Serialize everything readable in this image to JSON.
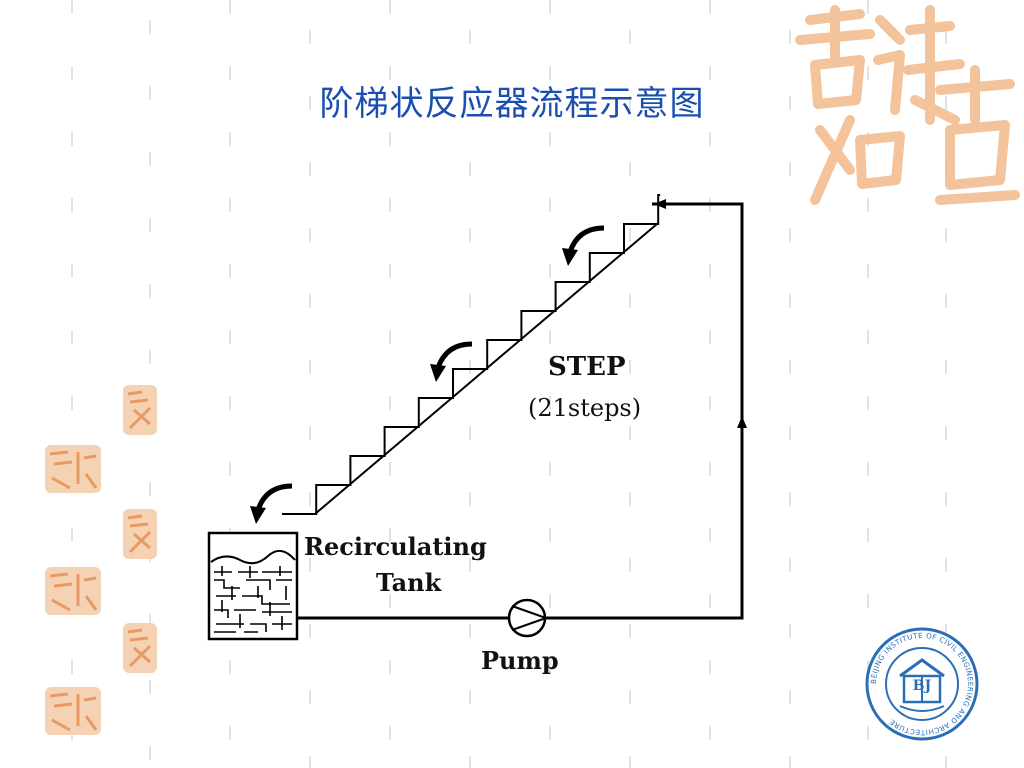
{
  "slide": {
    "title": "阶梯状反应器流程示意图"
  },
  "diagram": {
    "step_label": "STEP",
    "step_count_label": "(21steps)",
    "tank_label_line1": "Recirculating",
    "tank_label_line2": "Tank",
    "pump_label": "Pump"
  },
  "decor": {
    "seal_text": "吉祥如意",
    "logo_initials": "BJ",
    "logo_ring_text": "BEIJING INSTITUTE OF CIVIL ENGINEERING AND ARCHITECTURE"
  },
  "colors": {
    "title": "#1a4fb0",
    "seal": "#f2b98a",
    "logo": "#2a6fb5",
    "line": "#000000"
  }
}
